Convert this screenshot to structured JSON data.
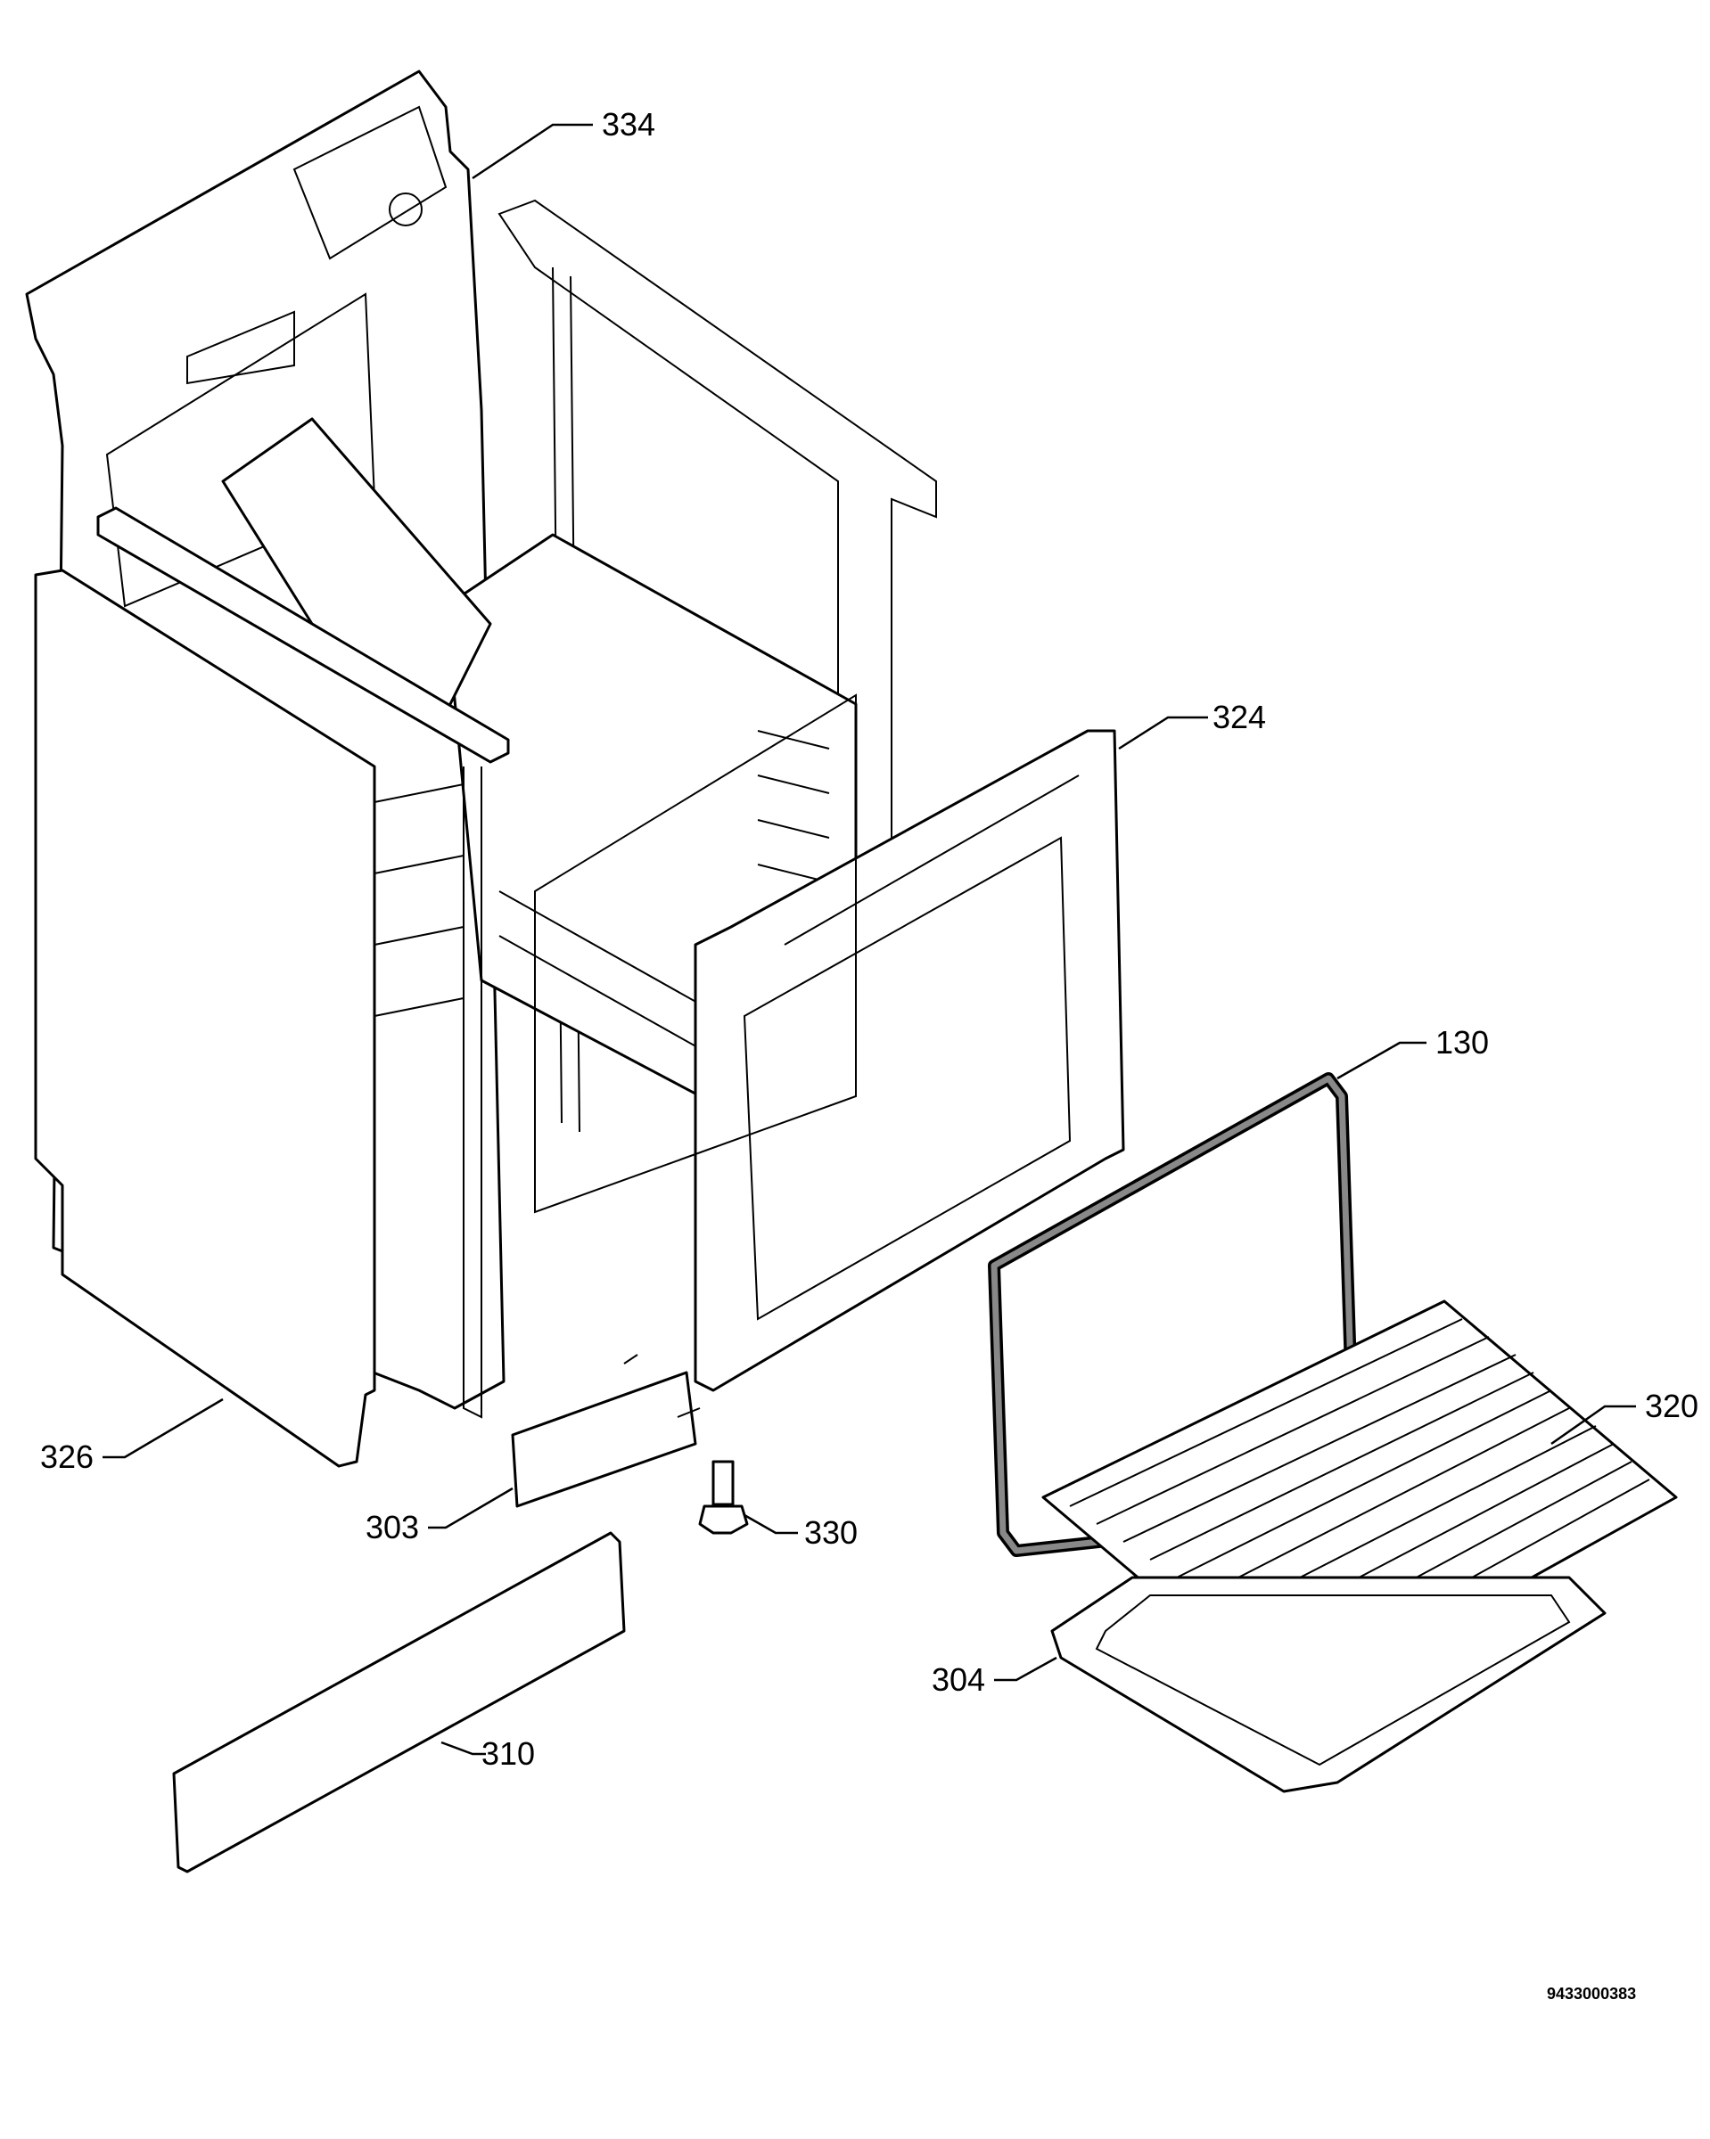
{
  "diagram": {
    "drawing_code": "9433000383",
    "parts": [
      {
        "id": "p334",
        "label": "334"
      },
      {
        "id": "p324",
        "label": "324"
      },
      {
        "id": "p130",
        "label": "130"
      },
      {
        "id": "p320",
        "label": "320"
      },
      {
        "id": "p326",
        "label": "326"
      },
      {
        "id": "p303",
        "label": "303"
      },
      {
        "id": "p330",
        "label": "330"
      },
      {
        "id": "p304",
        "label": "304"
      },
      {
        "id": "p310",
        "label": "310"
      }
    ]
  }
}
